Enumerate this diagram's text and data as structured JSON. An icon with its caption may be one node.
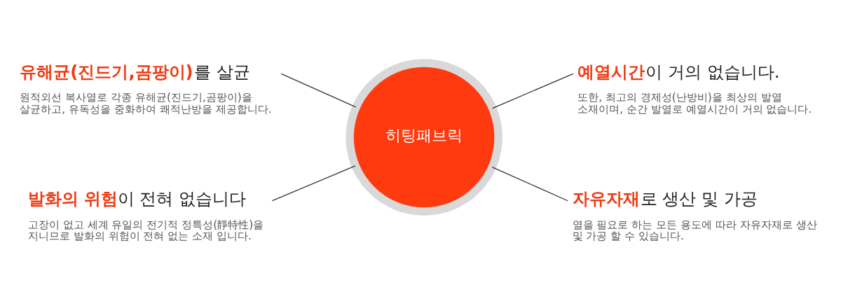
{
  "diagram": {
    "nodes": [
      {
        "text": [
          "**유해균(진드기,곰팡이)**를 살균",
          "원적외선 복사열로 각종 유해균(진드기,곰팡이)을 살균하고, 유독성을 중화하여 쾌적난방을 제공합니다."
        ]
      },
      {
        "text": [
          "**예열시간**이 거의 없습니다.",
          "또한, 최고의 경제성(난방비)을 최상의 발열 소재이며, 순간 발열로 예열시간이 거의 없습니다."
        ]
      },
      {
        "text": [
          "히팅패브릭"
        ]
      },
      {
        "text": [
          "**발화의 위험**이 전혀 없습니다",
          "고장이 없고 세계 유일의 전기적 정특성(靜特性)을 지니므로 발화의 위험이 전혀 없는 소재 입니다."
        ]
      },
      {
        "text": [
          "**자유자재**로 생산 및 가공",
          "열을 필요로 하는 모든 용도에 따라 자유자재로 생산 및 가공 할 수 있습니다."
        ]
      }
    ],
    "edges": [
      {
        "from": 0,
        "to": 2,
        "arrow": "none"
      },
      {
        "from": 2,
        "to": 1,
        "arrow": "none"
      },
      {
        "from": 3,
        "to": 2,
        "arrow": "none"
      },
      {
        "from": 2,
        "to": 4,
        "arrow": "none"
      }
    ]
  }
}
